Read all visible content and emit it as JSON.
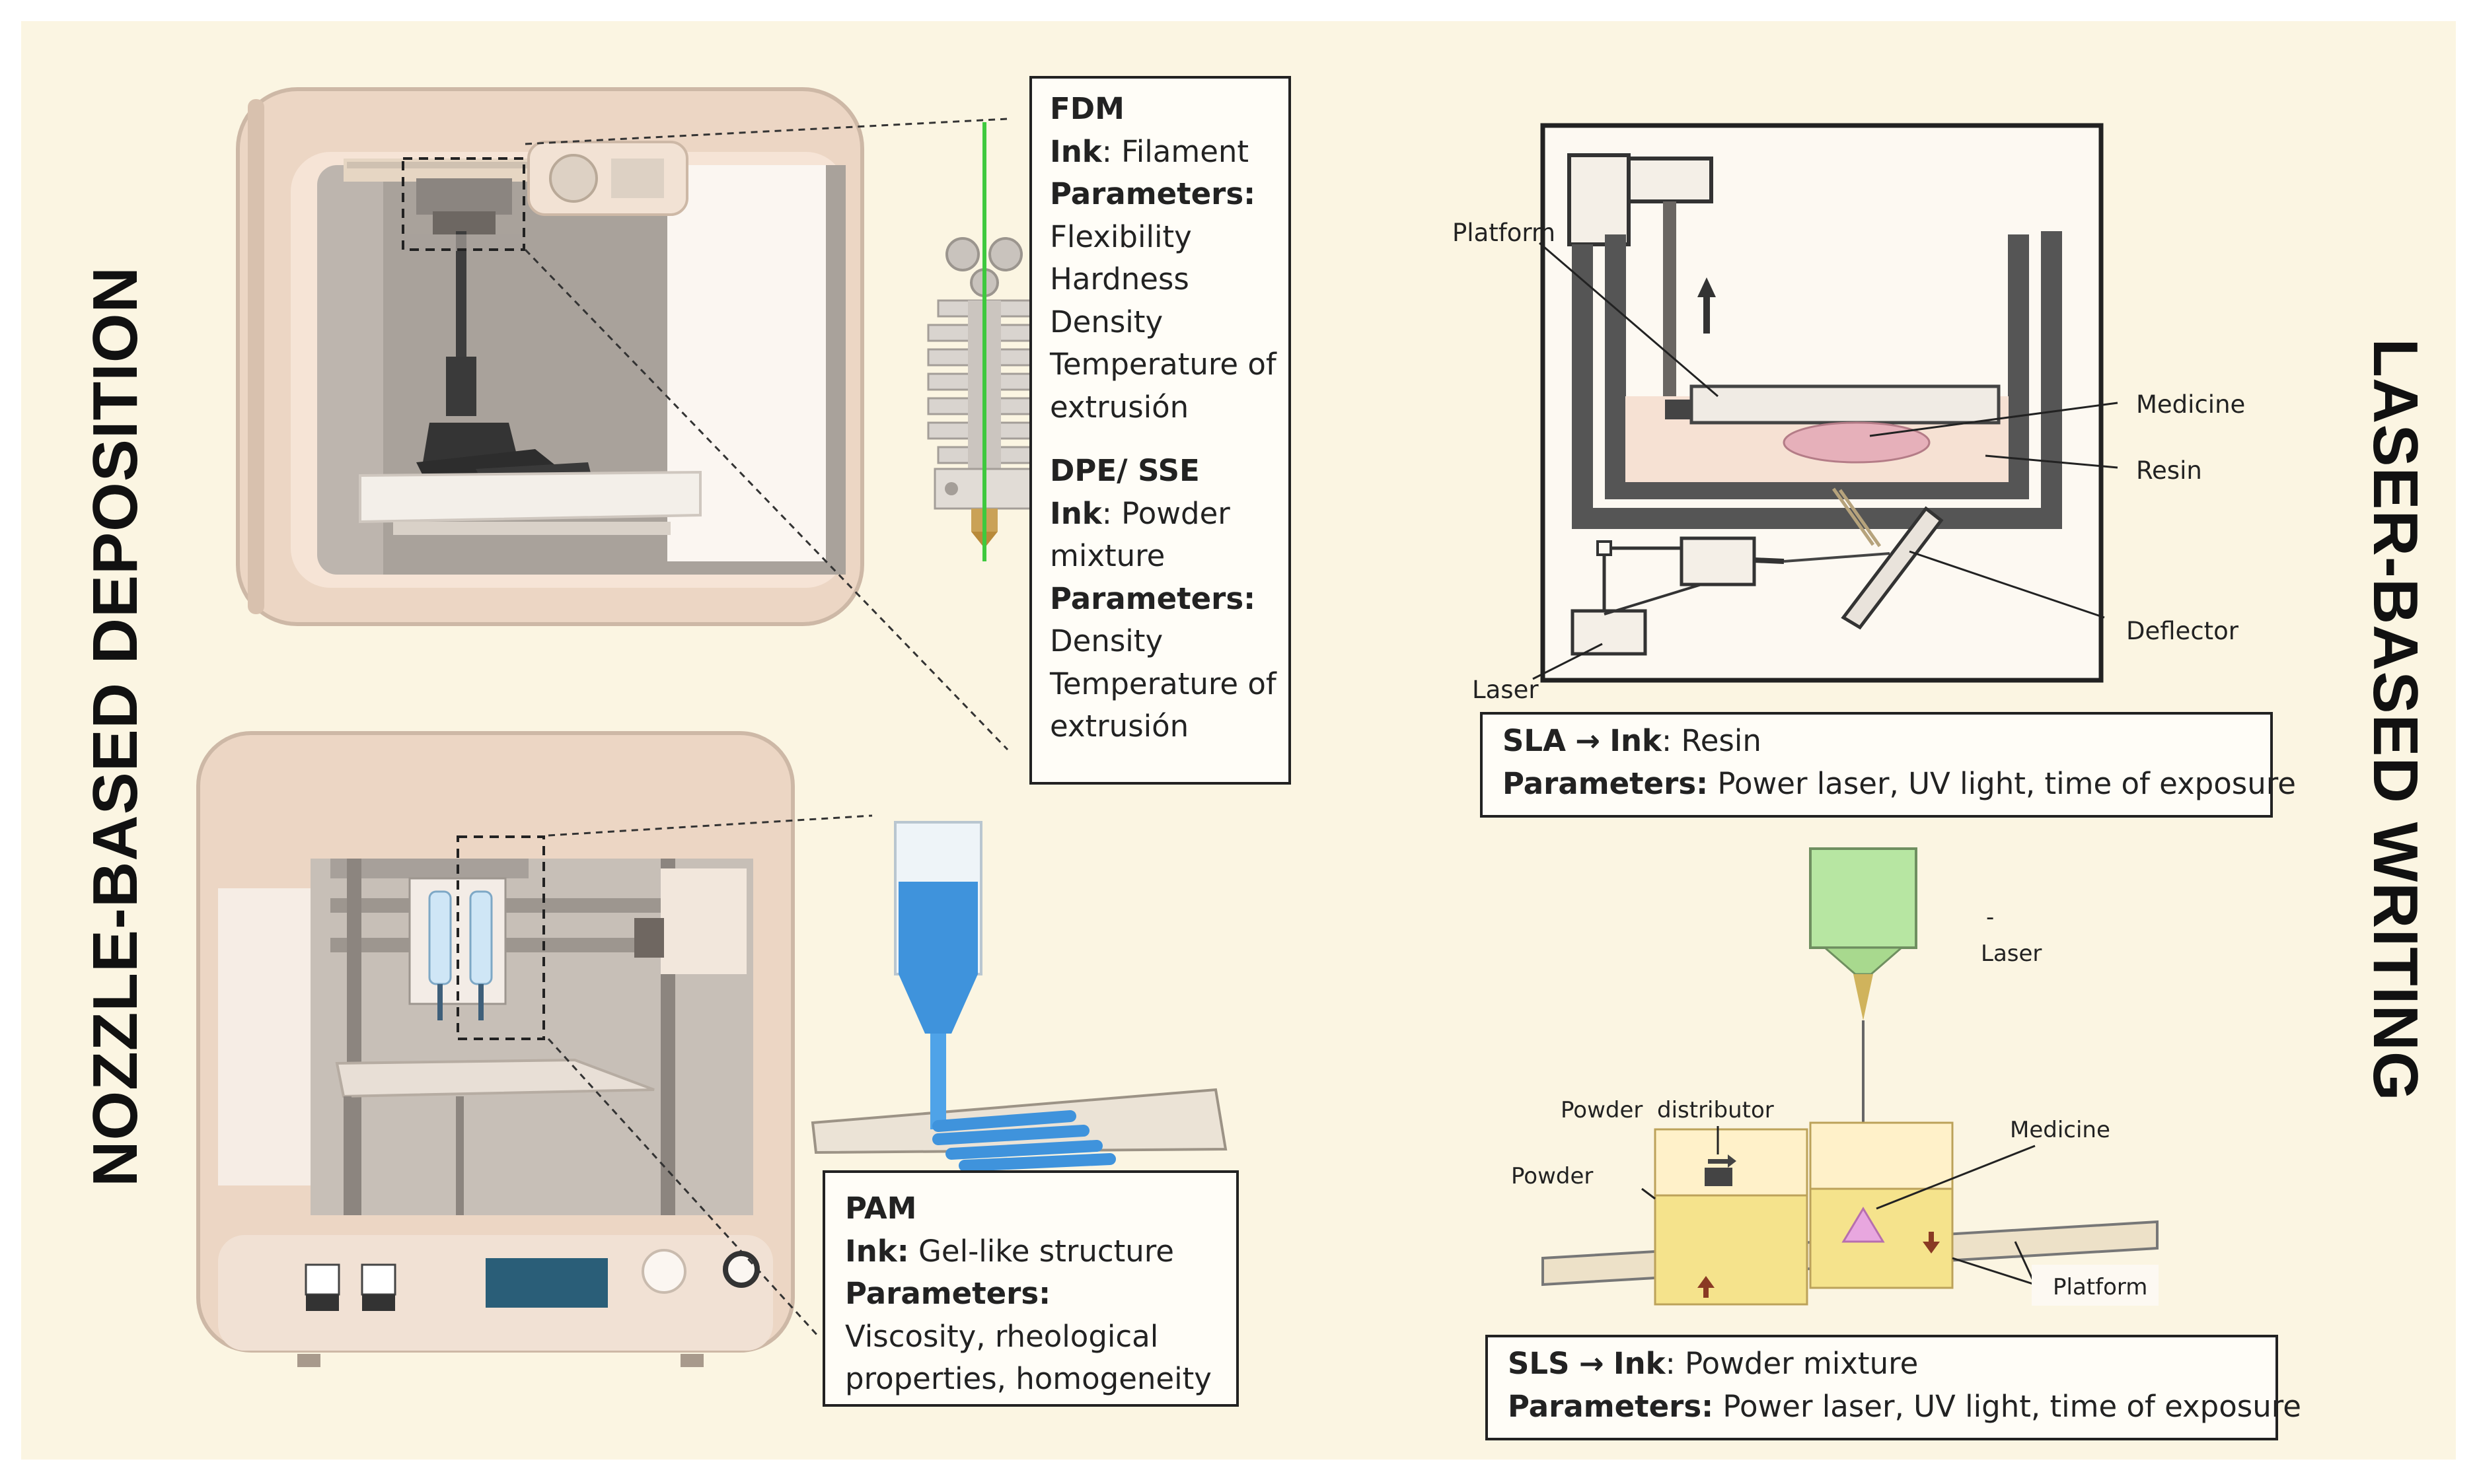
{
  "titles": {
    "left": "NOZZLE-BASED DEPOSITION",
    "right": "LASER-BASED WRITING"
  },
  "fdm_box": {
    "fdm_heading": "FDM",
    "fdm_ink_label": "Ink",
    "fdm_ink_value": ": Filament",
    "fdm_params_label": "Parameters:",
    "fdm_params": [
      "Flexibility",
      "Hardness",
      "Density",
      "Temperature of",
      "extrusión"
    ],
    "dpe_heading": "DPE/ SSE",
    "dpe_ink_label": "Ink",
    "dpe_ink_value_1": ": Powder",
    "dpe_ink_value_2": "mixture",
    "dpe_params_label": "Parameters:",
    "dpe_params": [
      "Density",
      "Temperature of",
      "extrusión"
    ]
  },
  "pam_box": {
    "heading": "PAM",
    "ink_label": "Ink:",
    "ink_value": " Gel-like structure",
    "params_label": "Parameters:",
    "params": [
      "Viscosity, rheological",
      "properties, homogeneity"
    ]
  },
  "sla_diagram": {
    "platform": "Platform",
    "medicine": "Medicine",
    "resin": "Resin",
    "deflector": "Deflector",
    "laser": "Laser"
  },
  "sla_box": {
    "prefix": "SLA",
    "arrow": "→",
    "ink_label": "Ink",
    "ink_value": ": Resin",
    "params_label": "Parameters:",
    "params_value": " Power laser, UV light, time of exposure"
  },
  "sls_diagram": {
    "dash": "-",
    "laser": "Laser",
    "powder_distributor": "Powder  distributor",
    "powder": "Powder",
    "medicine": "Medicine",
    "platform": "Platform"
  },
  "sls_box": {
    "prefix": "SLS",
    "arrow": "→",
    "ink_label": "Ink",
    "ink_value": ": Powder mixture",
    "params_label": "Parameters:",
    "params_value": " Power laser, UV light, time of exposure"
  },
  "colors": {
    "background": "#fbf5e2",
    "printer_shell": "#ecd6c4",
    "printer_inner": "#bdb5ae",
    "filament": "#3ec93e",
    "gel": "#3f93dc",
    "laser_head": "#b7e6a2",
    "powder_top": "#fff1c9",
    "powder_bottom": "#f5e38c",
    "medicine": "#e8a7df"
  }
}
